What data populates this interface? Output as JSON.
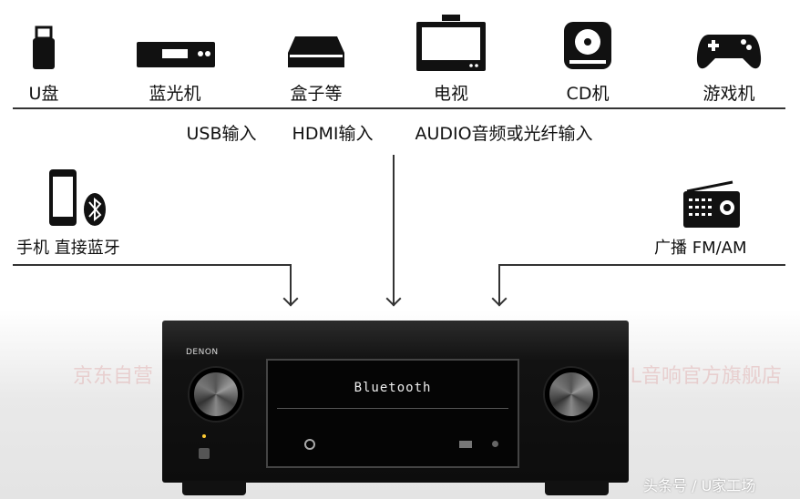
{
  "sources_top": [
    {
      "label": "U盘",
      "icon": "usb-drive-icon"
    },
    {
      "label": "蓝光机",
      "icon": "bluray-player-icon"
    },
    {
      "label": "盒子等",
      "icon": "media-box-icon"
    },
    {
      "label": "电视",
      "icon": "tv-icon"
    },
    {
      "label": "CD机",
      "icon": "cd-icon"
    },
    {
      "label": "游戏机",
      "icon": "gamepad-icon"
    }
  ],
  "inputs": {
    "usb": "USB输入",
    "hdmi": "HDMI输入",
    "audio": "AUDIO音频或光纤输入"
  },
  "left_source": {
    "label": "手机 直接蓝牙",
    "icon": "phone-bluetooth-icon"
  },
  "right_source": {
    "label": "广播 FM/AM",
    "icon": "radio-icon"
  },
  "receiver": {
    "brand": "DENON",
    "display": "Bluetooth"
  },
  "watermarks": {
    "left": "京东自营",
    "right": "JBL音响官方旗舰店",
    "footer": "头条号 / U家工场"
  }
}
